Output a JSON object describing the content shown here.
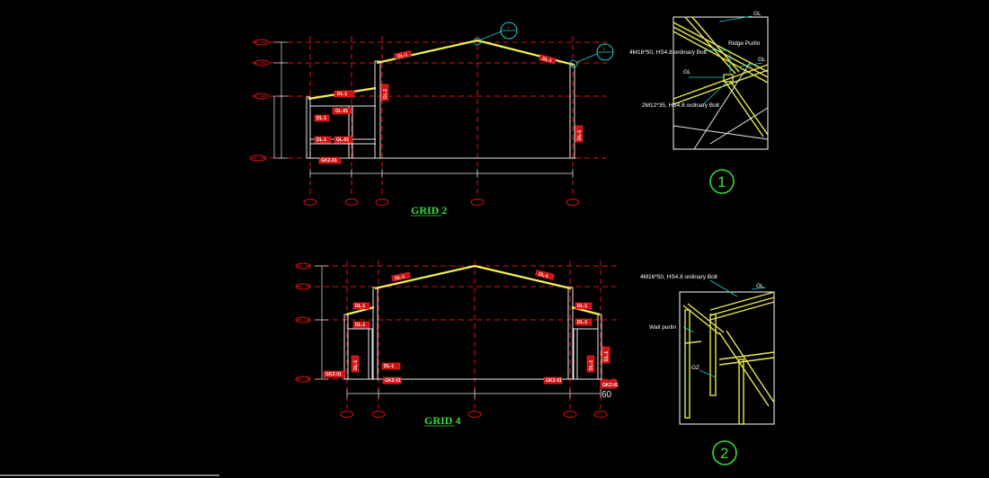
{
  "grid2": {
    "title": "GRID 2",
    "level_tags": [
      "0.00",
      "",
      "",
      "0.00"
    ],
    "tags": [
      "DL-1",
      "DL-1",
      "DL-1",
      "GL-01",
      "DL-1",
      "DL-1",
      "GL-01",
      "DL-1",
      "GKZ-01",
      "DL-1"
    ],
    "callout_1": "1",
    "callout_2": "2"
  },
  "grid4": {
    "title": "GRID 4",
    "tags": [
      "DL-1",
      "DL-1",
      "DL-1",
      "DL-1",
      "DL-1",
      "DL-1",
      "GKZ-01",
      "GKZ-01",
      "DL-1",
      "DL-1",
      "GKZ-01",
      "GKZ-01",
      "DL-1",
      "DL-1"
    ],
    "dim_value": "60"
  },
  "detail1": {
    "number": "1",
    "labels": {
      "gl_top": "GL",
      "bolt1": "4M16*50, HS4.8 ordinary Bolt",
      "ridge_purlin": "Ridge Purlin",
      "gl_right": "GL",
      "gl_left": "GL",
      "bolt2": "2M12*35, HS4.8 ordinary Bolt"
    }
  },
  "detail2": {
    "number": "2",
    "labels": {
      "bolt": "4M16*50, HS4.8 ordinary Bolt",
      "gl": "GL",
      "wall_purlin": "Wall purlin",
      "gz": "GZ"
    }
  }
}
